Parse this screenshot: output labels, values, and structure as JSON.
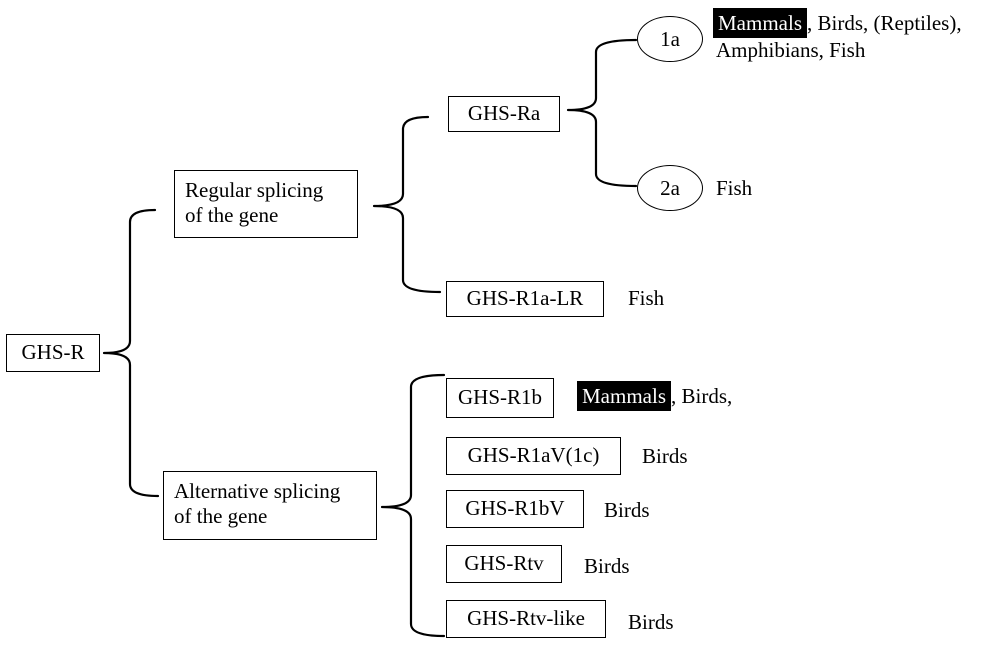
{
  "root": "GHS-R",
  "regular": {
    "line1": "Regular splicing",
    "line2": "of the gene"
  },
  "alternative": {
    "line1": "Alternative splicing",
    "line2": "of the gene"
  },
  "regular_nodes": {
    "ra": "GHS-Ra",
    "r1a_lr": {
      "label": "GHS-R1a-LR",
      "species": "Fish"
    }
  },
  "variants": {
    "v1a": {
      "label": "1a",
      "highlight": "Mammals",
      "rest1": ", Birds, (Reptiles),",
      "rest2": "Amphibians, Fish"
    },
    "v2a": {
      "label": "2a",
      "species": "Fish"
    }
  },
  "alternative_nodes": [
    {
      "label": "GHS-R1b",
      "highlight": "Mammals",
      "species": ", Birds,"
    },
    {
      "label": "GHS-R1aV(1c)",
      "species": "Birds"
    },
    {
      "label": "GHS-R1bV",
      "species": "Birds"
    },
    {
      "label": "GHS-Rtv",
      "species": "Birds"
    },
    {
      "label": "GHS-Rtv-like",
      "species": "Birds"
    }
  ]
}
